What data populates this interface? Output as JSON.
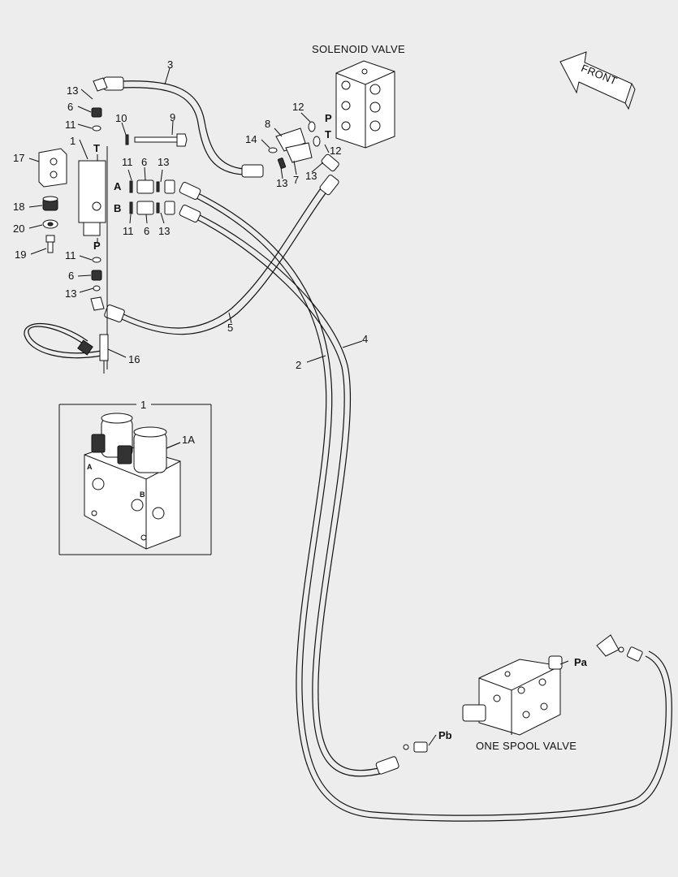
{
  "captions": {
    "solenoid_valve": "SOLENOID VALVE",
    "one_spool_valve": "ONE SPOOL VALVE",
    "front": "FRONT"
  },
  "ports": {
    "t_upper": "T",
    "a": "A",
    "b": "B",
    "p_main": "P",
    "sol_p": "P",
    "sol_t": "T",
    "pa": "Pa",
    "pb": "Pb",
    "detail_a": "A",
    "detail_b": "B"
  },
  "callouts": {
    "c1": "1",
    "c2": "2",
    "c3": "3",
    "c4": "4",
    "c5": "5",
    "c6a": "6",
    "c6b": "6",
    "c6c": "6",
    "c6d": "6",
    "c7": "7",
    "c8": "8",
    "c9": "9",
    "c10": "10",
    "c11a": "11",
    "c11b": "11",
    "c11c": "11",
    "c11d": "11",
    "c12a": "12",
    "c12b": "12",
    "c13a": "13",
    "c13b": "13",
    "c13c": "13",
    "c13d": "13",
    "c13e": "13",
    "c13f": "13",
    "c14": "14",
    "c16": "16",
    "c17": "17",
    "c18": "18",
    "c19": "19",
    "c20": "20",
    "detail_1": "1",
    "detail_1a": "1A"
  }
}
